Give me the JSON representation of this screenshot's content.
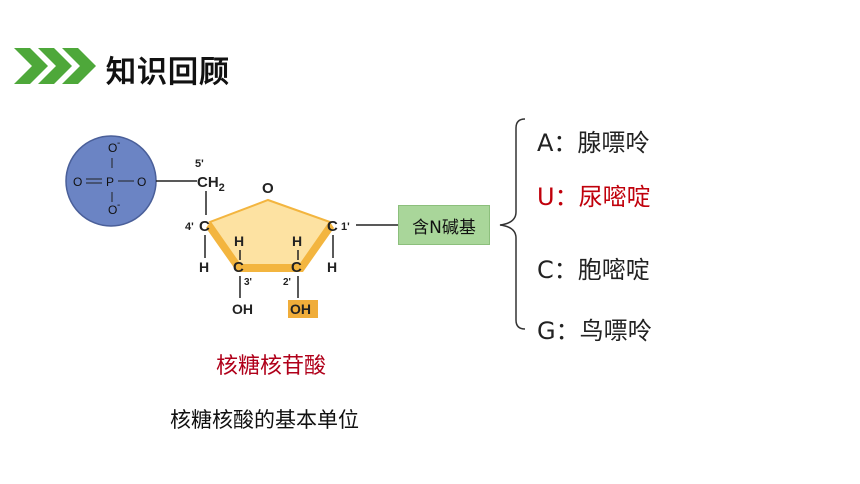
{
  "header": {
    "title": "知识回顾"
  },
  "molecule": {
    "phosphate": {
      "o_top": "O",
      "o_left": "O",
      "p": "P",
      "o_right": "O",
      "o_bottom": "O",
      "minus": "-"
    },
    "ch2": "CH",
    "ch2_sub": "2",
    "ring_o": "O",
    "pos_5": "5'",
    "pos_4": "4'",
    "pos_3": "3'",
    "pos_2": "2'",
    "pos_1": "1'",
    "c": "C",
    "h": "H",
    "oh_3": "OH",
    "oh_2": "OH",
    "colors": {
      "phosphate": "#6b84c4",
      "ring": "#fde2a2",
      "ring_edge": "#f3b53f",
      "oh_highlight": "#f0ad3a"
    }
  },
  "nitrogen_base_box": {
    "label": "含N碱基",
    "color": "#a9d69a"
  },
  "bases": [
    {
      "label": "A：腺嘌呤",
      "color": "#222222"
    },
    {
      "label": "U：尿嘧啶",
      "color": "#c0000b"
    },
    {
      "label": "C：胞嘧啶",
      "color": "#222222"
    },
    {
      "label": "G：鸟嘌呤",
      "color": "#222222"
    }
  ],
  "captions": {
    "name": "核糖核苷酸",
    "description": "核糖核酸的基本单位"
  }
}
